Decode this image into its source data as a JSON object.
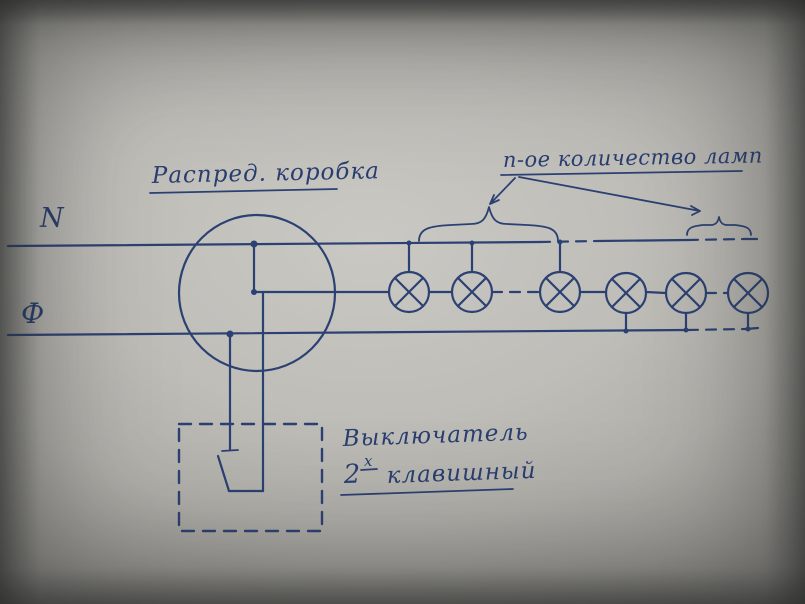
{
  "photo": {
    "paper_color": "#bfbdb8",
    "ink_color": "#2c4173",
    "description_kind": "hand-drawn wiring schematic photographed on paper"
  },
  "labels": {
    "top_wire": "N",
    "bottom_wire": "Ф",
    "junction_box": "Распред. коробка",
    "lamps_note": "n-ое количество ламп",
    "switch_title": "Выключатель",
    "switch_count": "2",
    "switch_count_sup": "х",
    "switch_type": "клавишный"
  },
  "symbols": {
    "lamp_count": 6,
    "lamp_icon": "circle-with-cross",
    "junction_box_icon": "large-circle",
    "switch_icon": "dashed-box-with-knife-switch",
    "annotation_icons": [
      "curly-brace-large",
      "curly-brace-small",
      "arrow",
      "arrow"
    ]
  }
}
